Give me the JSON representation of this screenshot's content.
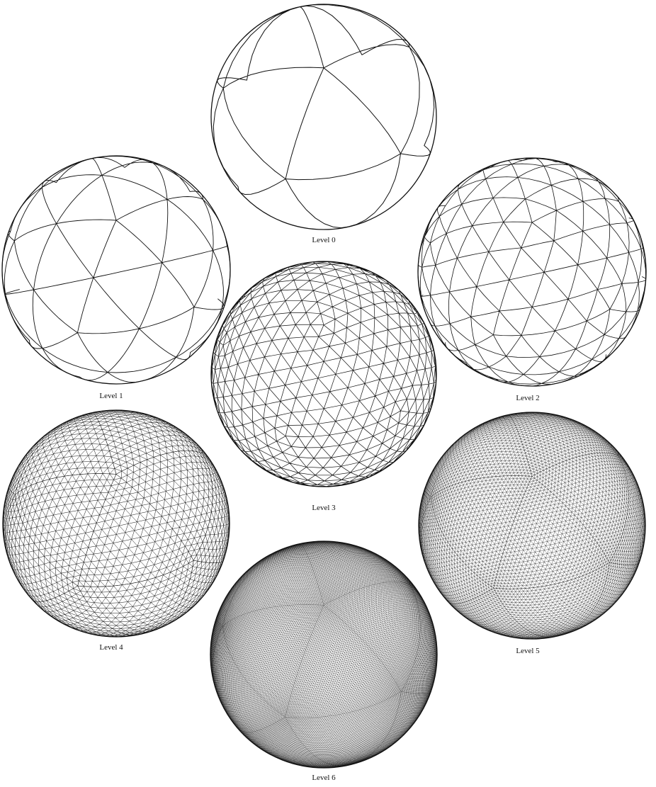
{
  "figure": {
    "spheres": [
      {
        "label": "Level 0",
        "level": 0
      },
      {
        "label": "Level 1",
        "level": 1
      },
      {
        "label": "Level 2",
        "level": 2
      },
      {
        "label": "Level 3",
        "level": 3
      },
      {
        "label": "Level 4",
        "level": 4
      },
      {
        "label": "Level 5",
        "level": 5
      },
      {
        "label": "Level 6",
        "level": 6
      }
    ]
  },
  "colors": {
    "line": "#111111",
    "background": "#ffffff"
  }
}
